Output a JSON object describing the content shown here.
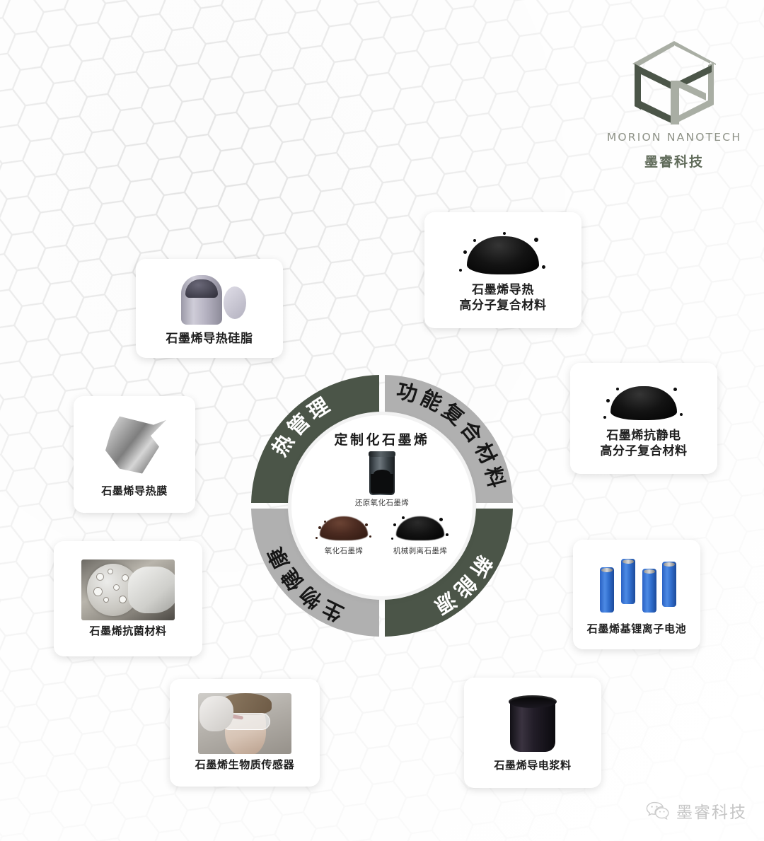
{
  "brand": {
    "logo_icon": "hexagon-m-logo-icon",
    "english_name": "MORION NANOTECH",
    "chinese_name": "墨睿科技"
  },
  "center": {
    "title": "定制化石墨烯",
    "items": [
      {
        "icon": "jar-icon",
        "label": "还原氧化石墨烯"
      },
      {
        "icon": "brown-powder-icon",
        "label": "氧化石墨烯"
      },
      {
        "icon": "black-powder-icon",
        "label": "机械剥离石墨烯"
      }
    ]
  },
  "ring": {
    "segments": [
      {
        "id": "thermal-management",
        "label": "热管理",
        "color": "#4b5548",
        "text_color": "#ffffff",
        "position": "top-left"
      },
      {
        "id": "functional-composite",
        "label": "功能复合材料",
        "color": "#b0b0b0",
        "text_color": "#161616",
        "position": "top-right"
      },
      {
        "id": "bio-health",
        "label": "生物健康",
        "color": "#b0b0b0",
        "text_color": "#161616",
        "position": "bottom-left"
      },
      {
        "id": "new-energy",
        "label": "新能源",
        "color": "#4b5548",
        "text_color": "#ffffff",
        "position": "bottom-right"
      }
    ]
  },
  "cards": [
    {
      "id": "grease",
      "label": "石墨烯导热硅脂",
      "icon": "grease-jar-icon"
    },
    {
      "id": "tpcomp",
      "label": "石墨烯导热\n高分子复合材料",
      "icon": "black-powder-heap-icon"
    },
    {
      "id": "antistatic",
      "label": "石墨烯抗静电\n高分子复合材料",
      "icon": "black-powder-heap-icon"
    },
    {
      "id": "film",
      "label": "石墨烯导热膜",
      "icon": "graphene-film-icon"
    },
    {
      "id": "battery",
      "label": "石墨烯基锂离子电池",
      "icon": "lithium-battery-icon"
    },
    {
      "id": "antibact",
      "label": "石墨烯抗菌材料",
      "icon": "petri-dish-photo-icon"
    },
    {
      "id": "biosensor",
      "label": "石墨烯生物质传感器",
      "icon": "lab-person-photo-icon"
    },
    {
      "id": "paste",
      "label": "石墨烯导电浆料",
      "icon": "paste-cup-icon"
    }
  ],
  "watermark": {
    "icon": "wechat-icon",
    "text": "墨睿科技"
  },
  "colors": {
    "green": "#4b5548",
    "gray": "#b0b0b0",
    "background": "#fcfcfc",
    "hex_pattern": "#e4e4e4"
  }
}
